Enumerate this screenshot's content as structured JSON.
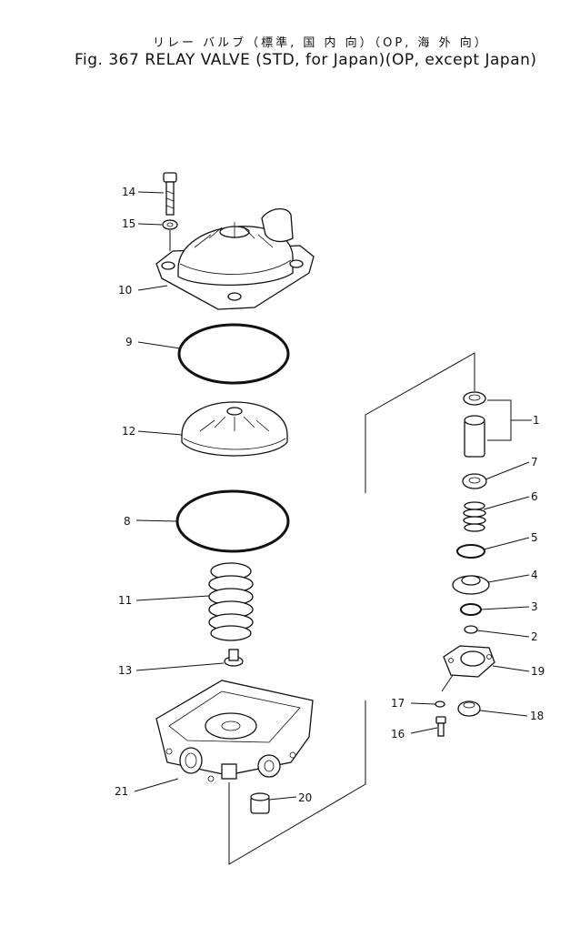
{
  "header": {
    "title_jp": "リレー バルブ（標準, 国 内 向）（OP, 海 外 向）",
    "title_en": "Fig. 367 RELAY VALVE (STD, for Japan)(OP, except Japan)"
  },
  "callouts": {
    "c1": "1",
    "c2": "2",
    "c3": "3",
    "c4": "4",
    "c5": "5",
    "c6": "6",
    "c7": "7",
    "c8": "8",
    "c9": "9",
    "c10": "10",
    "c11": "11",
    "c12": "12",
    "c13": "13",
    "c14": "14",
    "c15": "15",
    "c16": "16",
    "c17": "17",
    "c18": "18",
    "c19": "19",
    "c20": "20",
    "c21": "21"
  }
}
